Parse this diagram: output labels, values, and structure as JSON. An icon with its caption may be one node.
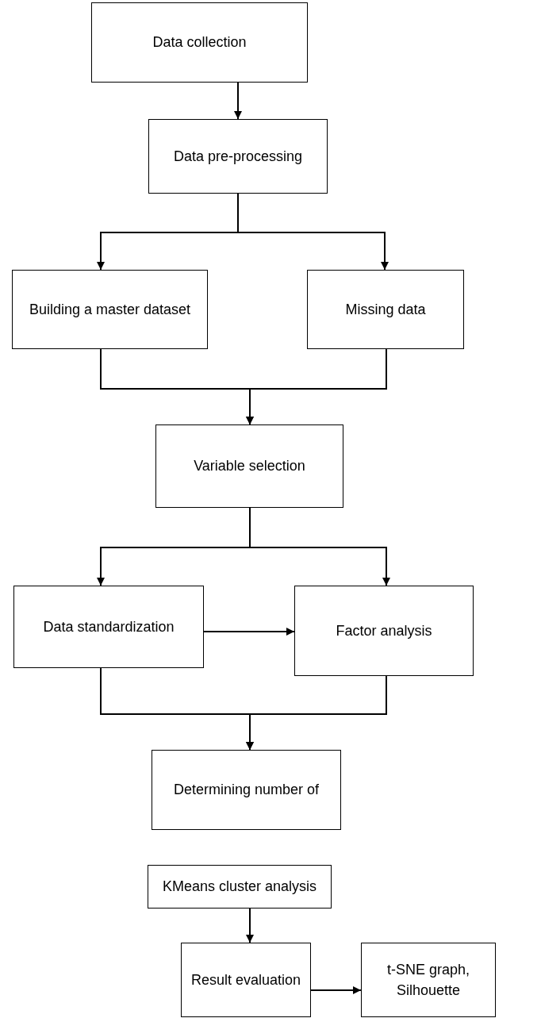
{
  "diagram": {
    "nodes": [
      {
        "text": [
          "Data collection"
        ]
      },
      {
        "text": [
          "Data pre-processing"
        ]
      },
      {
        "text": [
          "Building a master dataset"
        ]
      },
      {
        "text": [
          "Missing data"
        ]
      },
      {
        "text": [
          "Variable selection"
        ]
      },
      {
        "text": [
          "Data standardization"
        ]
      },
      {
        "text": [
          "Factor analysis"
        ]
      },
      {
        "text": [
          "Determining number of"
        ]
      },
      {
        "text": [
          "KMeans cluster analysis"
        ]
      },
      {
        "text": [
          "Result evaluation"
        ]
      },
      {
        "text": [
          "t-SNE graph, Silhouette"
        ]
      }
    ],
    "edges": [
      {
        "from": 0,
        "to": 1,
        "arrow": "to"
      },
      {
        "from": 1,
        "to": 2,
        "arrow": "to"
      },
      {
        "from": 1,
        "to": 3,
        "arrow": "to"
      },
      {
        "from": 2,
        "to": 4,
        "arrow": "to"
      },
      {
        "from": 3,
        "to": 4,
        "arrow": "to"
      },
      {
        "from": 4,
        "to": 5,
        "arrow": "to"
      },
      {
        "from": 4,
        "to": 6,
        "arrow": "to"
      },
      {
        "from": 5,
        "to": 6,
        "arrow": "to"
      },
      {
        "from": 5,
        "to": 7,
        "arrow": "to"
      },
      {
        "from": 6,
        "to": 7,
        "arrow": "to"
      },
      {
        "from": 8,
        "to": 9,
        "arrow": "to"
      },
      {
        "from": 9,
        "to": 10,
        "arrow": "to"
      }
    ]
  }
}
